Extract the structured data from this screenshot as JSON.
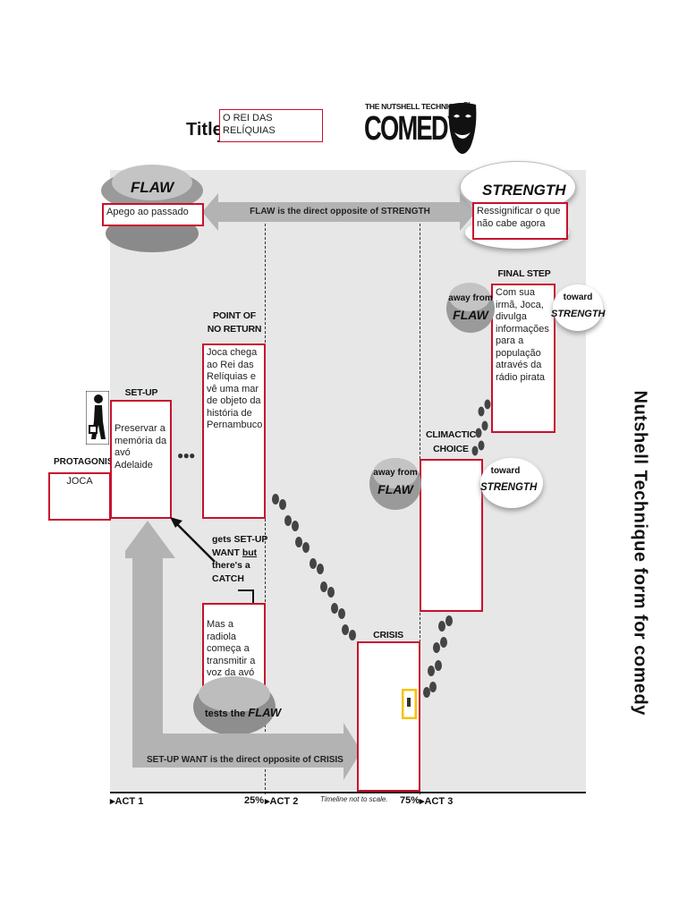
{
  "title": {
    "label": "Title:",
    "value": "O REI DAS RELÍQUIAS"
  },
  "logo": {
    "line1": "THE NUTSHELL TECHNIQUE",
    "tm": "TM",
    "line2": "COMEDY"
  },
  "side_title": "Nutshell Technique form for comedy",
  "flaw": {
    "heading": "FLAW",
    "value": "Apego ao passado"
  },
  "strength": {
    "heading": "STRENGTH",
    "value": "Ressignificar o que não cabe agora"
  },
  "flaw_arrow_text": "FLAW is the direct opposite of STRENGTH",
  "protagonist": {
    "heading": "PROTAGONIST",
    "value": "JOCA"
  },
  "setup_want": {
    "heading": "SET-UP WANT",
    "value": "Preservar a memória da avó Adelaide"
  },
  "point_of_no_return": {
    "heading_1": "POINT OF",
    "heading_2": "NO RETURN",
    "value": "Joca chega ao Rei das Relíquias e vê uma mar de objeto da história de Pernambuco"
  },
  "gets_setup": {
    "l1": "gets SET-UP",
    "l2a": "WANT ",
    "l2b": "but",
    "l3": "there's a",
    "l4": "CATCH"
  },
  "catch_box": {
    "value": "Mas a radiola começa a transmitir a voz da avó"
  },
  "tests_flaw": {
    "pre": "tests the ",
    "emph": "FLAW"
  },
  "setup_arrow_text": "SET-UP WANT is the direct opposite of CRISIS",
  "crisis": {
    "heading": "CRISIS",
    "value": ""
  },
  "climactic_choice": {
    "heading_1": "CLIMACTIC",
    "heading_2": "CHOICE",
    "value": ""
  },
  "away1": {
    "l1": "away from",
    "l2": "FLAW"
  },
  "toward1": {
    "l1": "toward",
    "l2": "STRENGTH"
  },
  "final_step": {
    "heading": "FINAL STEP",
    "value": "Com sua irmã, Joca, divulga informações para a população através da rádio pirata"
  },
  "away2": {
    "l1": "away from",
    "l2": "FLAW"
  },
  "toward2": {
    "l1": "toward",
    "l2": "STRENGTH"
  },
  "timeline": {
    "act1": "ACT 1",
    "p25": "25%",
    "act2": "ACT 2",
    "note": "Timeline not to scale.",
    "p75": "75%",
    "act3": "ACT 3"
  },
  "colors": {
    "box_border": "#c8102e",
    "panel": "#e7e7e7",
    "arrow": "#b3b3b3",
    "cloud": "#8e8e8e",
    "door_accent": "#f2c40f"
  }
}
